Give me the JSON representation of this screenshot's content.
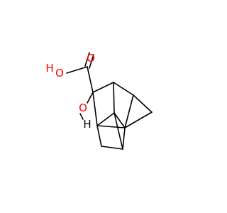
{
  "molecule": {
    "atoms": {
      "carbonyl_oxygen": {
        "symbol": "O",
        "color": "#FF0000"
      },
      "hydroxyl": {
        "symbol": "O",
        "h": "H",
        "color": "#FF0000"
      },
      "ring_oxygen": {
        "symbol": "O",
        "color": "#FF0000"
      },
      "bridge_hydrogen": {
        "symbol": "H",
        "color": "#000000"
      }
    },
    "bond_color": "#000000"
  }
}
